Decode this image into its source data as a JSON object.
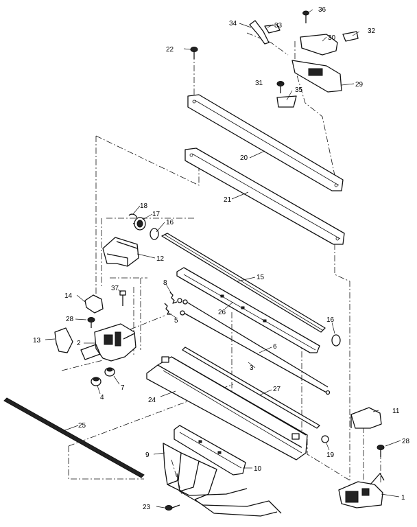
{
  "callouts": {
    "c1": "1",
    "c2": "2",
    "c3": "3",
    "c4": "4",
    "c5": "5",
    "c6": "6",
    "c7": "7",
    "c8": "8",
    "c9": "9",
    "c10": "10",
    "c11": "11",
    "c12": "12",
    "c13": "13",
    "c14": "14",
    "c15": "15",
    "c16a": "16",
    "c16b": "16",
    "c17": "17",
    "c18": "18",
    "c19": "19",
    "c20": "20",
    "c21": "21",
    "c22": "22",
    "c23": "23",
    "c24": "24",
    "c25": "25",
    "c26": "26",
    "c27": "27",
    "c28a": "28",
    "c28b": "28",
    "c29": "29",
    "c30": "30",
    "c31": "31",
    "c32": "32",
    "c33": "33",
    "c34": "34",
    "c35": "35",
    "c36": "36",
    "c37": "37"
  }
}
